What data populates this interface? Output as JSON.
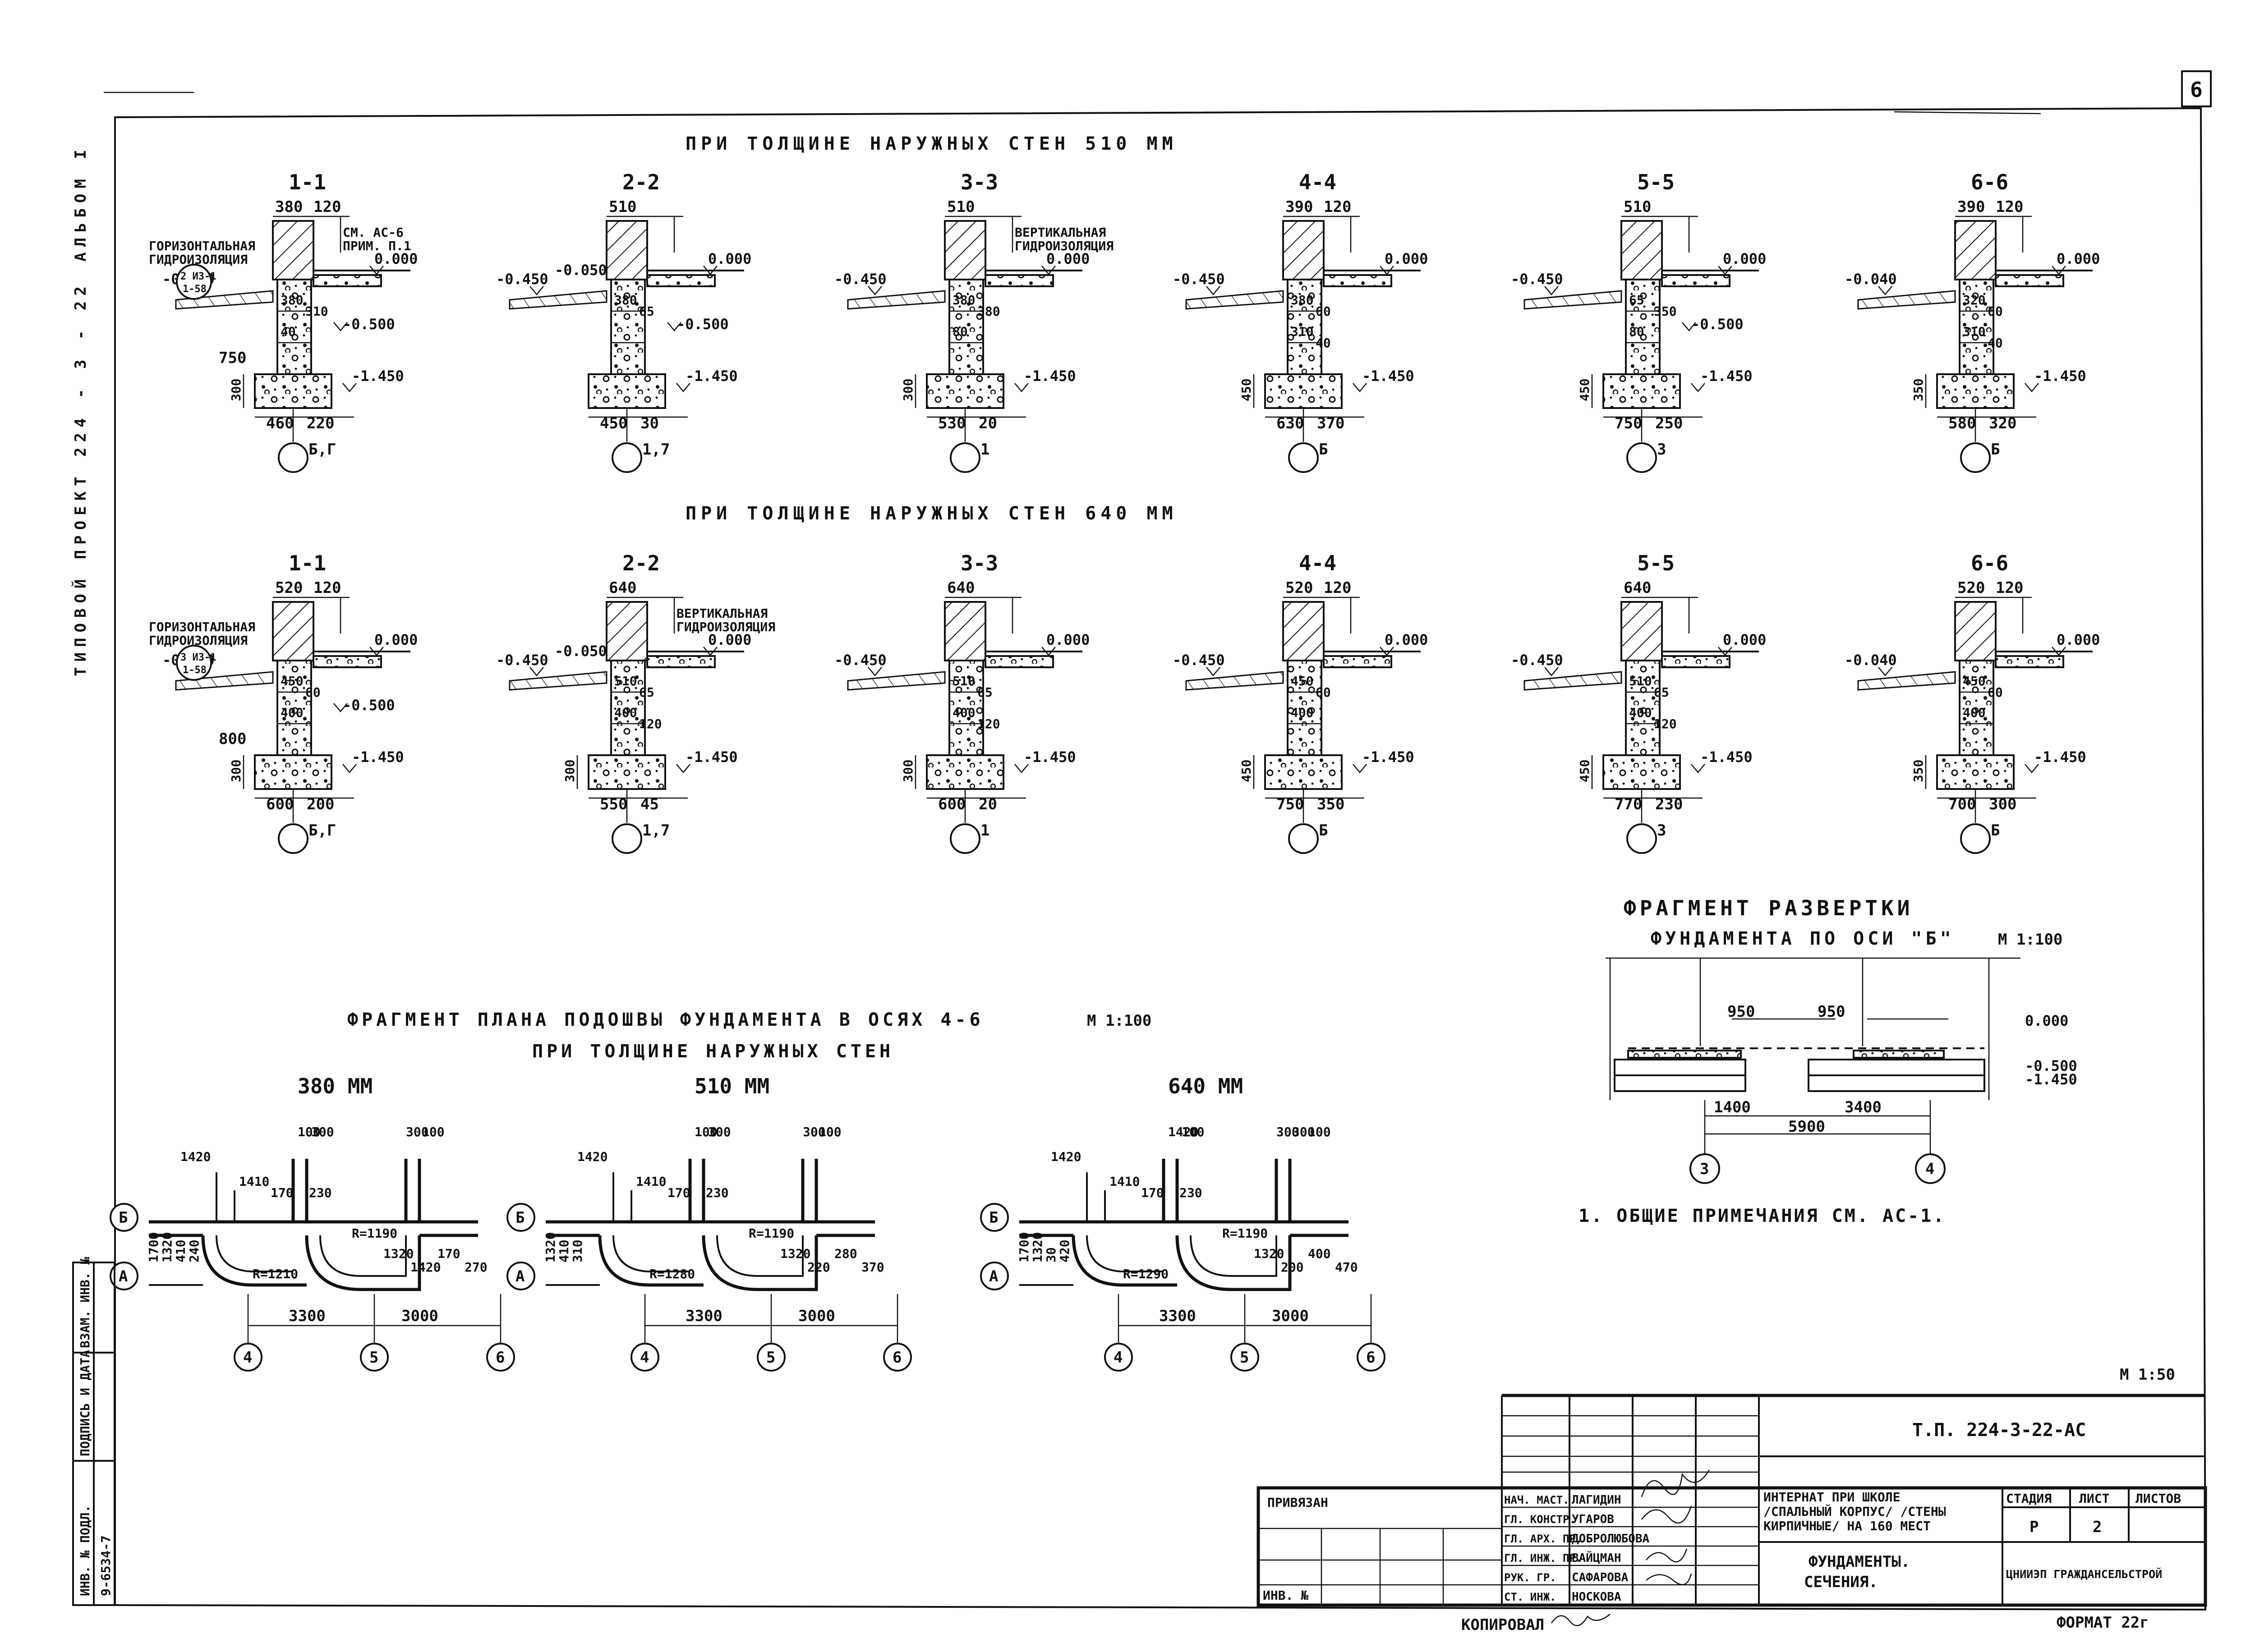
{
  "sheet": {
    "sheet_number": "6",
    "album": "АЛЬБОМ I",
    "project": "ТИПОВОЙ ПРОЕКТ   224 - 3 - 22",
    "scale_main": "М 1:50",
    "format": "ФОРМАТ 22г",
    "copied": "КОПИРОВАЛ"
  },
  "group_510": {
    "heading": "ПРИ ТОЛЩИНЕ НАРУЖНЫХ СТЕН 510 ММ",
    "sections": [
      {
        "label": "1-1",
        "top_dims": [
          "380",
          "120"
        ],
        "level_top": "0.000",
        "level_left": "-0.450",
        "level_mid": "-0.500",
        "level_bot": "-1.450",
        "foot_dims": [
          "460",
          "220"
        ],
        "mid_dims": [
          "380",
          "310",
          "40"
        ],
        "extra": "750",
        "height": "300",
        "axis": "Б,Г",
        "note_left": [
          "ГОРИЗОНТАЛЬНАЯ",
          "ГИДРОИЗОЛЯЦИЯ"
        ],
        "note_right": [
          "СМ. АС-6",
          "ПРИМ. П.1"
        ],
        "ref": [
          "2 ИЗ-1",
          "1-58"
        ]
      },
      {
        "label": "2-2",
        "top_dims": [
          "510"
        ],
        "level_top": "0.000",
        "level_left": "-0.450",
        "level_sub": "-0.050",
        "level_mid": "-0.500",
        "level_bot": "-1.450",
        "foot_dims": [
          "450",
          "30"
        ],
        "mid_dims": [
          "380",
          "65"
        ],
        "axis": "1,7"
      },
      {
        "label": "3-3",
        "top_dims": [
          "510"
        ],
        "level_top": "0.000",
        "level_left": "-0.450",
        "level_bot": "-1.450",
        "foot_dims": [
          "530",
          "20"
        ],
        "mid_dims": [
          "380",
          "380",
          "80"
        ],
        "height": "300",
        "axis": "1",
        "note_right": [
          "ВЕРТИКАЛЬНАЯ",
          "ГИДРОИЗОЛЯЦИЯ"
        ]
      },
      {
        "label": "4-4",
        "top_dims": [
          "390",
          "120"
        ],
        "level_top": "0.000",
        "level_left": "-0.450",
        "level_bot": "-1.450",
        "foot_dims": [
          "630",
          "370"
        ],
        "mid_dims": [
          "380",
          "60",
          "310",
          "40"
        ],
        "height": "450",
        "axis": "Б"
      },
      {
        "label": "5-5",
        "top_dims": [
          "510"
        ],
        "level_top": "0.000",
        "level_left": "-0.450",
        "level_mid": "-0.500",
        "level_bot": "-1.450",
        "foot_dims": [
          "750",
          "250"
        ],
        "mid_dims": [
          "65",
          "350",
          "80"
        ],
        "height": "450",
        "axis": "3"
      },
      {
        "label": "6-6",
        "top_dims": [
          "390",
          "120"
        ],
        "level_top": "0.000",
        "level_left": "-0.040",
        "level_bot": "-1.450",
        "foot_dims": [
          "580",
          "320"
        ],
        "mid_dims": [
          "320",
          "60",
          "310",
          "40"
        ],
        "height": "350",
        "axis": "Б"
      }
    ]
  },
  "group_640": {
    "heading": "ПРИ ТОЛЩИНЕ НАРУЖНЫХ СТЕН 640 ММ",
    "sections": [
      {
        "label": "1-1",
        "top_dims": [
          "520",
          "120"
        ],
        "level_top": "0.000",
        "level_left": "-0.450",
        "level_mid": "-0.500",
        "level_bot": "-1.450",
        "foot_dims": [
          "600",
          "200"
        ],
        "mid_dims": [
          "450",
          "60",
          "400"
        ],
        "extra": "800",
        "height": "300",
        "axis": "Б,Г",
        "note_left": [
          "ГОРИЗОНТАЛЬНАЯ",
          "ГИДРОИЗОЛЯЦИЯ"
        ],
        "ref": [
          "3 ИЗ-1",
          "1-58"
        ]
      },
      {
        "label": "2-2",
        "top_dims": [
          "640"
        ],
        "level_top": "0.000",
        "level_left": "-0.450",
        "level_sub": "-0.050",
        "level_bot": "-1.450",
        "foot_dims": [
          "550",
          "45"
        ],
        "mid_dims": [
          "510",
          "65",
          "400",
          "120"
        ],
        "height": "300",
        "axis": "1,7",
        "note_right": [
          "ВЕРТИКАЛЬНАЯ",
          "ГИДРОИЗОЛЯЦИЯ"
        ]
      },
      {
        "label": "3-3",
        "top_dims": [
          "640"
        ],
        "level_top": "0.000",
        "level_left": "-0.450",
        "level_bot": "-1.450",
        "foot_dims": [
          "600",
          "20"
        ],
        "mid_dims": [
          "510",
          "65",
          "400",
          "120"
        ],
        "height": "300",
        "axis": "1"
      },
      {
        "label": "4-4",
        "top_dims": [
          "520",
          "120"
        ],
        "level_top": "0.000",
        "level_left": "-0.450",
        "level_bot": "-1.450",
        "foot_dims": [
          "750",
          "350"
        ],
        "mid_dims": [
          "450",
          "60",
          "400"
        ],
        "height": "450",
        "axis": "Б"
      },
      {
        "label": "5-5",
        "top_dims": [
          "640"
        ],
        "level_top": "0.000",
        "level_left": "-0.450",
        "level_bot": "-1.450",
        "foot_dims": [
          "770",
          "230"
        ],
        "mid_dims": [
          "510",
          "65",
          "400",
          "120"
        ],
        "height": "450",
        "axis": "3"
      },
      {
        "label": "6-6",
        "top_dims": [
          "520",
          "120"
        ],
        "level_top": "0.000",
        "level_left": "-0.040",
        "level_bot": "-1.450",
        "foot_dims": [
          "700",
          "300"
        ],
        "mid_dims": [
          "450",
          "60",
          "400"
        ],
        "height": "350",
        "axis": "Б"
      }
    ]
  },
  "razvertka": {
    "title1": "ФРАГМЕНТ РАЗВЕРТКИ",
    "title2": "ФУНДАМЕНТА ПО ОСИ \"Б\"",
    "scale": "М 1:100",
    "dims_top": [
      "950",
      "950"
    ],
    "dims_bot": [
      "1400",
      "3400"
    ],
    "total": "5900",
    "levels": [
      "0.000",
      "-0.500",
      "-1.450"
    ],
    "axes": [
      "3",
      "4"
    ]
  },
  "plan": {
    "title1": "ФРАГМЕНТ ПЛАНА ПОДОШВЫ ФУНДАМЕНТА В ОСЯХ 4-6",
    "title2": "ПРИ ТОЛЩИНЕ НАРУЖНЫХ СТЕН",
    "scale": "М 1:100",
    "variants": [
      {
        "label": "380 ММ",
        "dims_top": [
          "1420",
          "1410",
          "170",
          "230",
          "100",
          "300",
          "300",
          "100"
        ],
        "radii": [
          "R=1210",
          "R=1190"
        ],
        "dims_left": [
          "1700",
          "1320",
          "410",
          "240"
        ],
        "dims_right": [
          "1320",
          "1420",
          "170",
          "270"
        ],
        "spans": [
          "3300",
          "3000"
        ],
        "axes": [
          "4",
          "5",
          "6"
        ],
        "axes_left": [
          "Б",
          "А"
        ]
      },
      {
        "label": "510 ММ",
        "dims_top": [
          "1420",
          "1410",
          "170",
          "230",
          "100",
          "300",
          "300",
          "100"
        ],
        "radii": [
          "R=1280",
          "R=1190"
        ],
        "dims_left": [
          "1320",
          "410",
          "310"
        ],
        "dims_right": [
          "1320",
          "220",
          "280",
          "370"
        ],
        "spans": [
          "3300",
          "3000"
        ],
        "axes": [
          "4",
          "5",
          "6"
        ],
        "axes_left": [
          "Б",
          "А"
        ]
      },
      {
        "label": "640 ММ",
        "dims_top": [
          "1420",
          "1410",
          "170",
          "230",
          "1420",
          "100",
          "300",
          "300",
          "100"
        ],
        "radii": [
          "R=1290",
          "R=1190"
        ],
        "dims_left": [
          "1700",
          "1320",
          "30",
          "420"
        ],
        "dims_right": [
          "1320",
          "200",
          "400",
          "470"
        ],
        "spans": [
          "3300",
          "3000"
        ],
        "axes": [
          "4",
          "5",
          "6"
        ],
        "axes_left": [
          "Б",
          "А"
        ]
      }
    ]
  },
  "notes": {
    "general": "1. ОБЩИЕ ПРИМЕЧАНИЯ СМ. АС-1."
  },
  "side_stamp": {
    "rows": [
      "ИНВ. № ПОДЛ.",
      "ПОДПИСЬ И ДАТА",
      "ВЗАМ. ИНВ. №"
    ],
    "value": "9-6534-7"
  },
  "title_block": {
    "doc_code": "Т.П. 224-3-22-АС",
    "privyazan": "ПРИВЯЗАН",
    "inv": "ИНВ. №",
    "roles": [
      "НАЧ. МАСТ.",
      "ГЛ. КОНСТР.",
      "ГЛ. АРХ. ПР.",
      "ГЛ. ИНЖ. ПР.",
      "РУК. ГР.",
      "СТ. ИНЖ."
    ],
    "names": [
      "ЛАГИДИН",
      "УГАРОВ",
      "ДОБРОЛЮБОВА",
      "ВАЙЦМАН",
      "САФАРОВА",
      "НОСКОВА"
    ],
    "object": [
      "ИНТЕРНАТ ПРИ ШКОЛЕ",
      "/СПАЛЬНЫЙ КОРПУС/ /СТЕНЫ",
      "КИРПИЧНЫЕ/ НА 160 МЕСТ"
    ],
    "sheet_title": [
      "ФУНДАМЕНТЫ.",
      "СЕЧЕНИЯ."
    ],
    "stage_label": "СТАДИЯ",
    "sheet_label": "ЛИСТ",
    "sheets_label": "ЛИСТОВ",
    "stage": "Р",
    "sheet": "2",
    "org": "ЦНИИЭП ГРАЖДАНСЕЛЬСТРОЙ"
  }
}
